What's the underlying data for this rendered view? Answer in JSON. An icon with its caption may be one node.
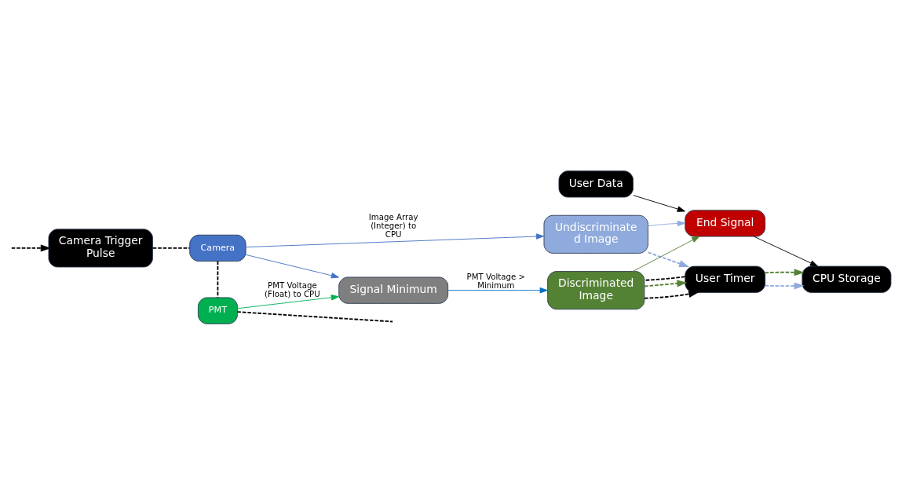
{
  "diagram": {
    "nodes": [
      {
        "text": [
          "Camera Trigger Pulse"
        ]
      },
      {
        "text": [
          "Camera"
        ]
      },
      {
        "text": [
          "PMT"
        ]
      },
      {
        "text": [
          "Signal Minimum"
        ]
      },
      {
        "text": [
          "Undiscriminated Image"
        ]
      },
      {
        "text": [
          "User Timer"
        ]
      },
      {
        "text": [
          "Discriminated Image"
        ]
      },
      {
        "text": [
          "CPU Storage"
        ]
      },
      {
        "text": [
          "End Signal"
        ]
      },
      {
        "text": [
          "User Data"
        ]
      }
    ],
    "edges": [
      {
        "from": null,
        "to": 0,
        "arrow": "to",
        "style": "dashed"
      },
      {
        "from": 0,
        "to": 1,
        "arrow": "none",
        "style": "dashed"
      },
      {
        "from": 1,
        "to": 2,
        "arrow": "none",
        "style": "dashed"
      },
      {
        "from": 2,
        "to": null,
        "arrow": "none",
        "style": "dashed"
      },
      {
        "from": 1,
        "to": 4,
        "arrow": "to",
        "label": "Image Array (Integer) to CPU",
        "color": "#4472c4"
      },
      {
        "from": 1,
        "to": 3,
        "arrow": "to",
        "color": "#4472c4"
      },
      {
        "from": 2,
        "to": 3,
        "arrow": "to",
        "label": "PMT Voltage (Float) to CPU",
        "color": "#00b050"
      },
      {
        "from": 3,
        "to": 6,
        "arrow": "to",
        "label": "PMT Voltage > Minimum",
        "color": "#0070c0"
      },
      {
        "from": 6,
        "to": 5,
        "arrow": "to",
        "style": "dashed",
        "color": "#548235"
      },
      {
        "from": 4,
        "to": 5,
        "arrow": "to",
        "style": "dashed",
        "color": "#8faadc"
      },
      {
        "from": 6,
        "to": 5,
        "arrow": "to",
        "style": "dashed"
      },
      {
        "from": 5,
        "to": 7,
        "arrow": "to",
        "style": "dashed",
        "color": "#8faadc"
      },
      {
        "from": 5,
        "to": 7,
        "arrow": "to",
        "style": "dashed",
        "color": "#548235"
      },
      {
        "from": 5,
        "to": 6,
        "arrow": "none",
        "style": "dashed"
      },
      {
        "from": 4,
        "to": 8,
        "arrow": "to",
        "color": "#8faadc"
      },
      {
        "from": 6,
        "to": 8,
        "arrow": "to",
        "color": "#548235"
      },
      {
        "from": 8,
        "to": 7,
        "arrow": "to"
      },
      {
        "from": 9,
        "to": 8,
        "arrow": "to"
      }
    ]
  }
}
